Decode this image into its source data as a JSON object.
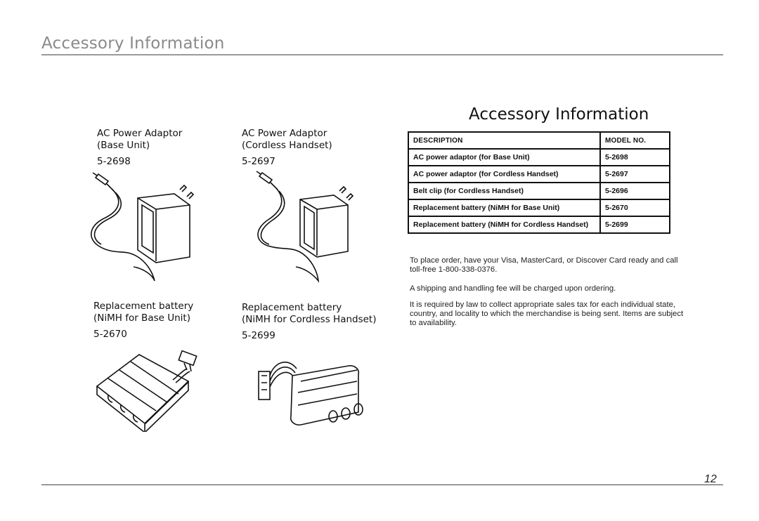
{
  "header": {
    "title": "Accessory Information"
  },
  "products": [
    {
      "name_line1": "AC Power Adaptor",
      "name_line2": "(Base Unit)",
      "code": "5-2698"
    },
    {
      "name_line1": "AC Power Adaptor",
      "name_line2": "(Cordless Handset)",
      "code": "5-2697"
    },
    {
      "name_line1": "Replacement battery",
      "name_line2": "(NiMH for Base Unit)",
      "code": "5-2670"
    },
    {
      "name_line1": "Replacement battery",
      "name_line2": "(NiMH for Cordless Handset)",
      "code": "5-2699"
    }
  ],
  "section": {
    "title": "Accessory Information"
  },
  "table": {
    "headers": [
      "DESCRIPTION",
      "MODEL NO."
    ],
    "rows": [
      {
        "description": "AC power adaptor (for Base Unit)",
        "model": "5-2698"
      },
      {
        "description": "AC power adaptor (for Cordless Handset)",
        "model": "5-2697"
      },
      {
        "description": "Belt clip (for Cordless Handset)",
        "model": "5-2696"
      },
      {
        "description": "Replacement battery (NiMH for Base Unit)",
        "model": "5-2670"
      },
      {
        "description": "Replacement battery (NiMH for Cordless Handset)",
        "model": "5-2699"
      }
    ]
  },
  "notes": [
    "To place order, have your Visa, MasterCard, or Discover Card ready and call toll-free 1-800-338-0376.",
    "A shipping and handling fee will be charged upon ordering.",
    "It is required by law to collect appropriate sales tax for each individual state, country, and locality to which the merchandise is being sent. Items are subject to availability."
  ],
  "footer": {
    "page_number": "12"
  }
}
